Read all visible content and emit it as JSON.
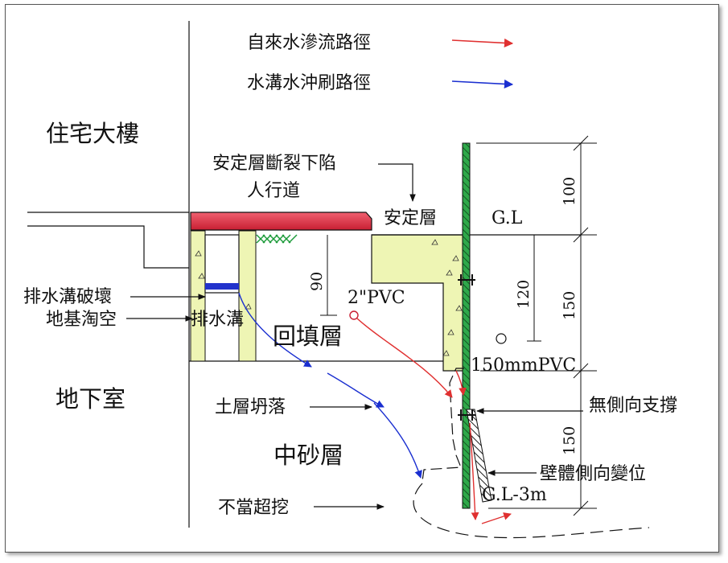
{
  "legend": {
    "seepage_label": "自來水滲流路徑",
    "seepage_color": "#e03030",
    "scour_label": "水溝水沖刷路徑",
    "scour_color": "#1a2fd0"
  },
  "labels": {
    "residential_building": "住宅大樓",
    "basement": "地下室",
    "stabilized_layer_cracked": "安定層斷裂下陷",
    "sidewalk": "人行道",
    "stabilized_layer": "安定層",
    "ground_level": "G.L",
    "drain_damaged": "排水溝破壞",
    "foundation_hollowed": "地基淘空",
    "drain": "排水溝",
    "pipe_2in": "2\"PVC",
    "backfill_layer": "回填層",
    "pipe_150mm": "150mmPVC",
    "soil_collapse": "土層坍落",
    "no_lateral_support": "無側向支撐",
    "medium_sand_layer": "中砂層",
    "wall_lateral_displacement": "壁體側向變位",
    "over_excavation": "不當超挖",
    "gl_minus_3m": "G.L-3m"
  },
  "dimensions": {
    "d100": "100",
    "d150_mid": "150",
    "d150_low": "150",
    "d120": "120",
    "d90": "90"
  },
  "colors": {
    "sidewalk_red": "#d8283c",
    "fill_yellow": "#eef5b4",
    "wall_green": "#2fa84a",
    "hatch_green": "#1d9b3a"
  }
}
